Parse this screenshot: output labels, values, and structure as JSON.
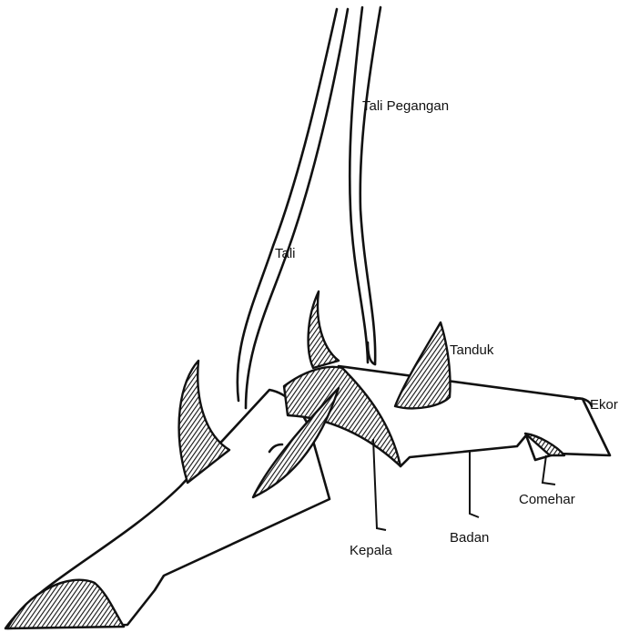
{
  "diagram": {
    "labels": {
      "tali_pegangan": "Tali Pegangan",
      "tali": "Tali",
      "tanduk": "Tanduk",
      "ekor": "Ekor",
      "kepala": "Kepala",
      "badan": "Badan",
      "comehar": "Comehar"
    },
    "colors": {
      "ink": "#111111",
      "background": "#ffffff"
    }
  }
}
